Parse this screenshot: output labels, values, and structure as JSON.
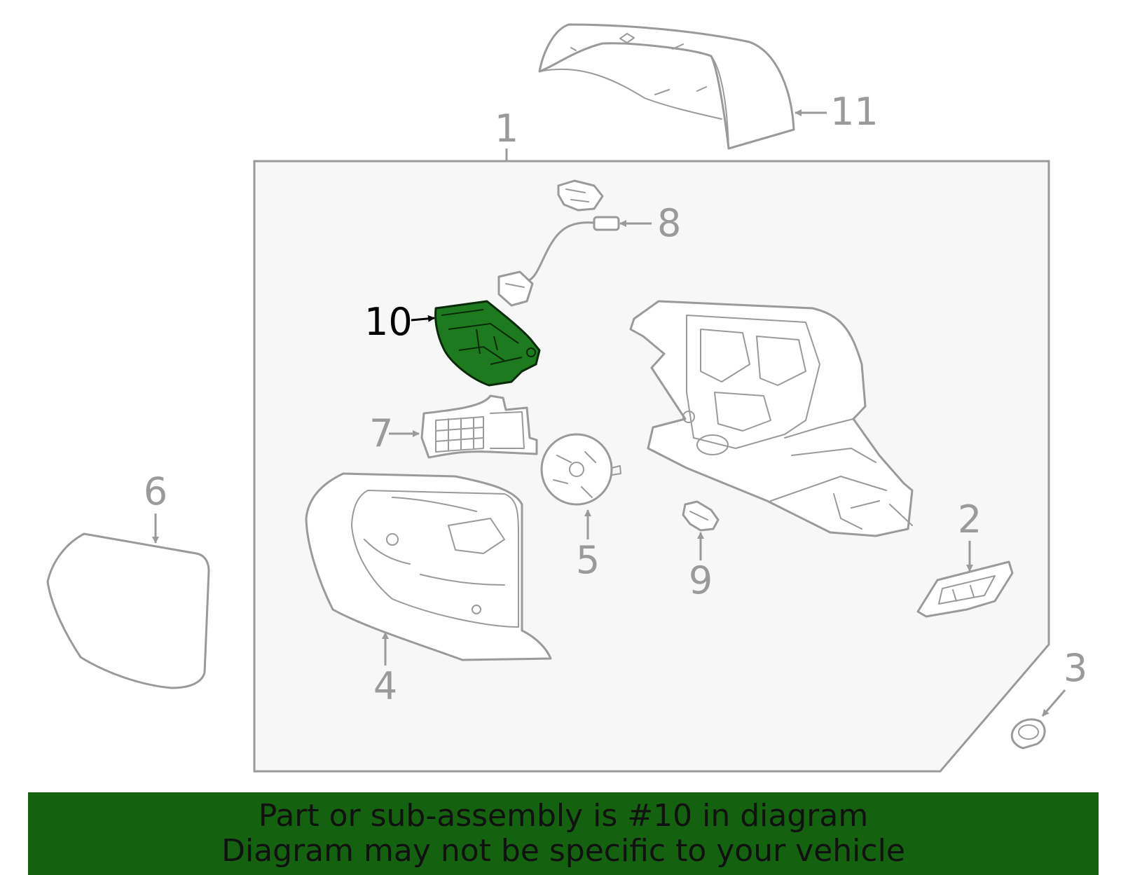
{
  "callouts": {
    "c1": "1",
    "c2": "2",
    "c3": "3",
    "c4": "4",
    "c5": "5",
    "c6": "6",
    "c7": "7",
    "c8": "8",
    "c9": "9",
    "c10": "10",
    "c11": "11"
  },
  "highlighted_part": "10",
  "colors": {
    "highlight": "#1e7a1e",
    "banner": "#14620f",
    "line": "#9a9a9a",
    "frame_fill": "#f7f7f7"
  },
  "banner": {
    "line1": "Part or sub-assembly is #10 in diagram",
    "line2": "Diagram may not be specific to your vehicle"
  }
}
